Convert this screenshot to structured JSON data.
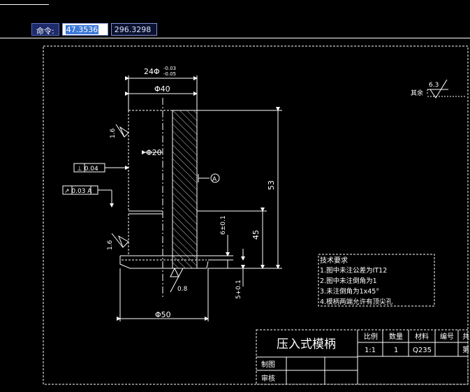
{
  "command_bar": {
    "label": "命令:",
    "x_value": "47.3536",
    "y_value": "296.3298"
  },
  "dimensions": {
    "top_tol": "24Φ-0.03\n-0.05",
    "top_tol_main": "24Φ",
    "top_tol_sup": "-0.03",
    "top_tol_sub": "-0.05",
    "d40": "Φ40",
    "d20": "Φ20",
    "d50": "Φ50",
    "h53": "53",
    "h45": "45",
    "h6": "6±0.1",
    "h5": "5+0.1"
  },
  "tolerances": {
    "flatness": "⊥ 0.04",
    "runout": "↗ 0.03 A",
    "datum": "A"
  },
  "roughness": {
    "r16_left": "1.6",
    "r16_lower": "1.6",
    "r08": "0.8",
    "r63": "6.3",
    "rest_label": "其余"
  },
  "notes": {
    "title": "技术要求",
    "items": [
      "1.图中未注公差为IT12",
      "2.图中未注倒角为1",
      "3.未注倒角为1x45°",
      "4.模柄两端允许有顶尖孔"
    ]
  },
  "title_block": {
    "name": "压入式模柄",
    "headers": [
      "比例",
      "数量",
      "材料",
      "编号",
      "共"
    ],
    "values": [
      "1:1",
      "1",
      "Q235",
      "",
      "第"
    ],
    "drawn_label": "制图",
    "checked_label": "审核"
  }
}
